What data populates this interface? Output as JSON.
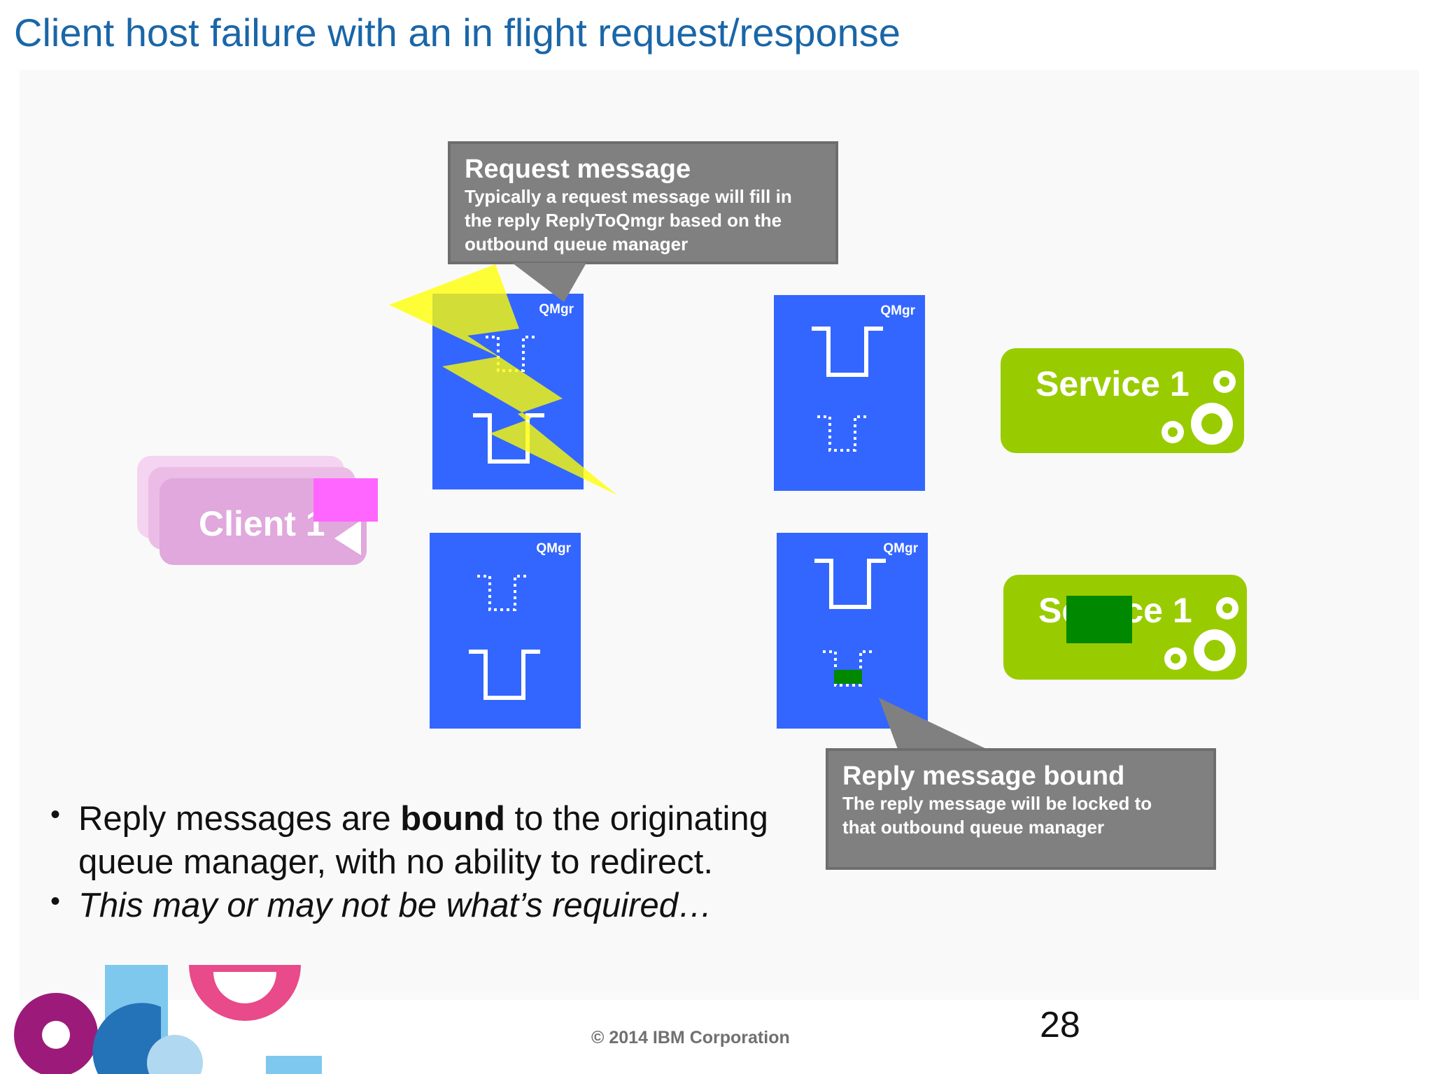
{
  "title": "Client host failure with an in flight request/response",
  "qmgr_label": "QMgr",
  "request_callout": {
    "title": "Request message",
    "body_lines": [
      "Typically a request message will fill in",
      "the reply ReplyToQmgr based on the",
      "outbound queue manager"
    ]
  },
  "reply_callout": {
    "title": "Reply message bound",
    "body_lines": [
      "The reply message will be locked to",
      "that outbound queue manager"
    ]
  },
  "services": [
    {
      "label": "Service 1"
    },
    {
      "label": "Service 1"
    }
  ],
  "client": {
    "label": "Client 1"
  },
  "bullets": {
    "b1_pre": "Reply messages are ",
    "b1_bold": "bound",
    "b1_post": " to the originating queue manager, with no ability to redirect.",
    "b2": "This may or may not be what’s required…"
  },
  "footer": "© 2014 IBM Corporation",
  "page_number": "28",
  "colors": {
    "title": "#1a66a8",
    "qmgr": "#3366ff",
    "service": "#99cc00",
    "client": "#e0a8dc",
    "callout": "#808080",
    "lightning": "#ffff00",
    "message_magenta": "#ff66ff",
    "message_green": "#008800"
  }
}
